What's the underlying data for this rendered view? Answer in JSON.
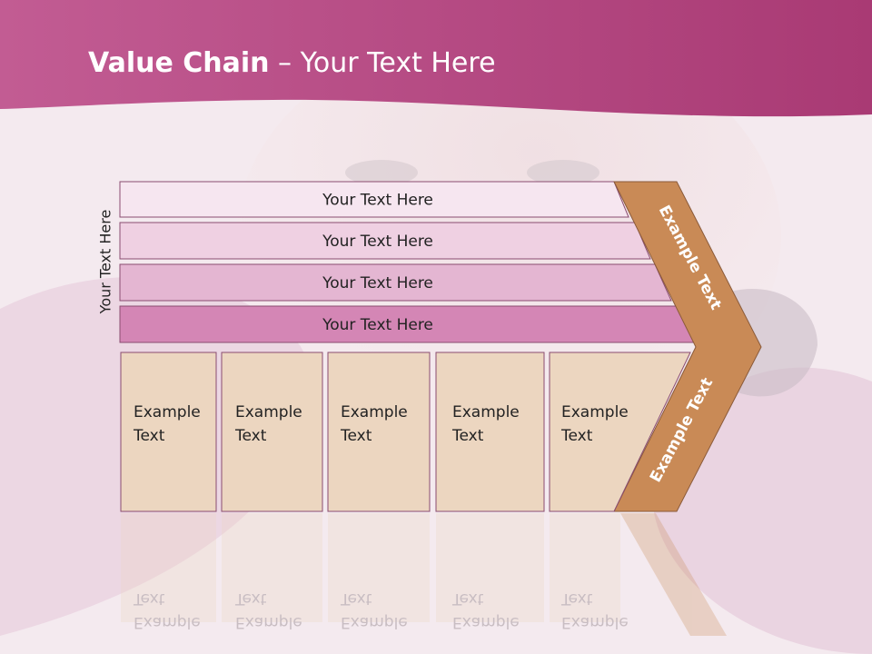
{
  "slide": {
    "title_bold": "Value Chain",
    "title_rest": " – Your Text Here",
    "side_label": "Your Text Here"
  },
  "rows": [
    {
      "label": "Your Text Here",
      "color": "#f6e6f0"
    },
    {
      "label": "Your Text Here",
      "color": "#efd0e2"
    },
    {
      "label": "Your Text Here",
      "color": "#e4b6d2"
    },
    {
      "label": "Your Text Here",
      "color": "#d486b5"
    }
  ],
  "boxes": [
    {
      "line1": "Example",
      "line2": "Text"
    },
    {
      "line1": "Example",
      "line2": "Text"
    },
    {
      "line1": "Example",
      "line2": "Text"
    },
    {
      "line1": "Example",
      "line2": "Text"
    },
    {
      "line1": "Example",
      "line2": "Text"
    }
  ],
  "chevron": {
    "upper_label": "Example Text",
    "lower_label": "Example Text",
    "color": "#c98a56"
  },
  "colors": {
    "header": "#b3457e",
    "box_fill": "#ecd6c0",
    "outline": "#8a4c70"
  }
}
